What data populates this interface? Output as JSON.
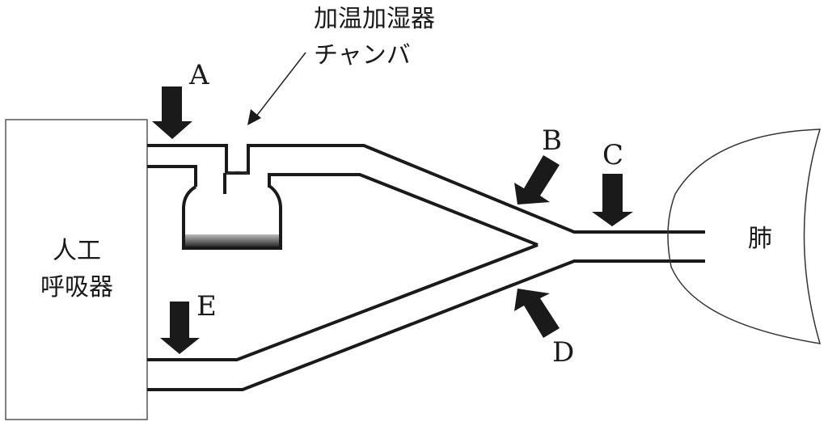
{
  "diagram": {
    "ventilator_label_line1": "人工",
    "ventilator_label_line2": "呼吸器",
    "chamber_label_line1": "加温加湿器",
    "chamber_label_line2": "チャンバ",
    "lung_label": "肺",
    "points": {
      "A": "A",
      "B": "B",
      "C": "C",
      "D": "D",
      "E": "E"
    }
  }
}
